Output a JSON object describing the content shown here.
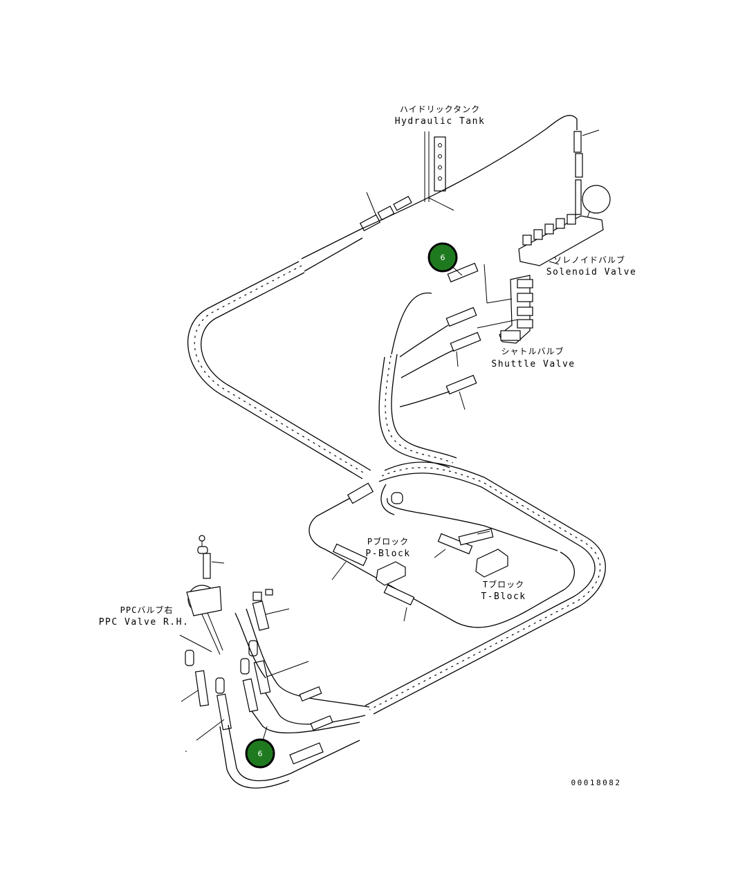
{
  "labels": {
    "hydraulic_tank_jp": "ハイドリックタンク",
    "hydraulic_tank_en": "Hydraulic Tank",
    "solenoid_valve_jp": "ソレノイドバルブ",
    "solenoid_valve_en": "Solenoid Valve",
    "shuttle_valve_jp": "シャトルバルブ",
    "shuttle_valve_en": "Shuttle Valve",
    "p_block_jp": "Pブロック",
    "p_block_en": "P-Block",
    "t_block_jp": "Tブロック",
    "t_block_en": "T-Block",
    "ppc_valve_jp": "PPCバルブ右",
    "ppc_valve_en": "PPC Valve R.H."
  },
  "callouts": [
    "6",
    "6"
  ],
  "drawing_number": "00018082",
  "colors": {
    "callout_fill": "#1f7a1f",
    "callout_ring": "#000000",
    "line": "#000000"
  }
}
